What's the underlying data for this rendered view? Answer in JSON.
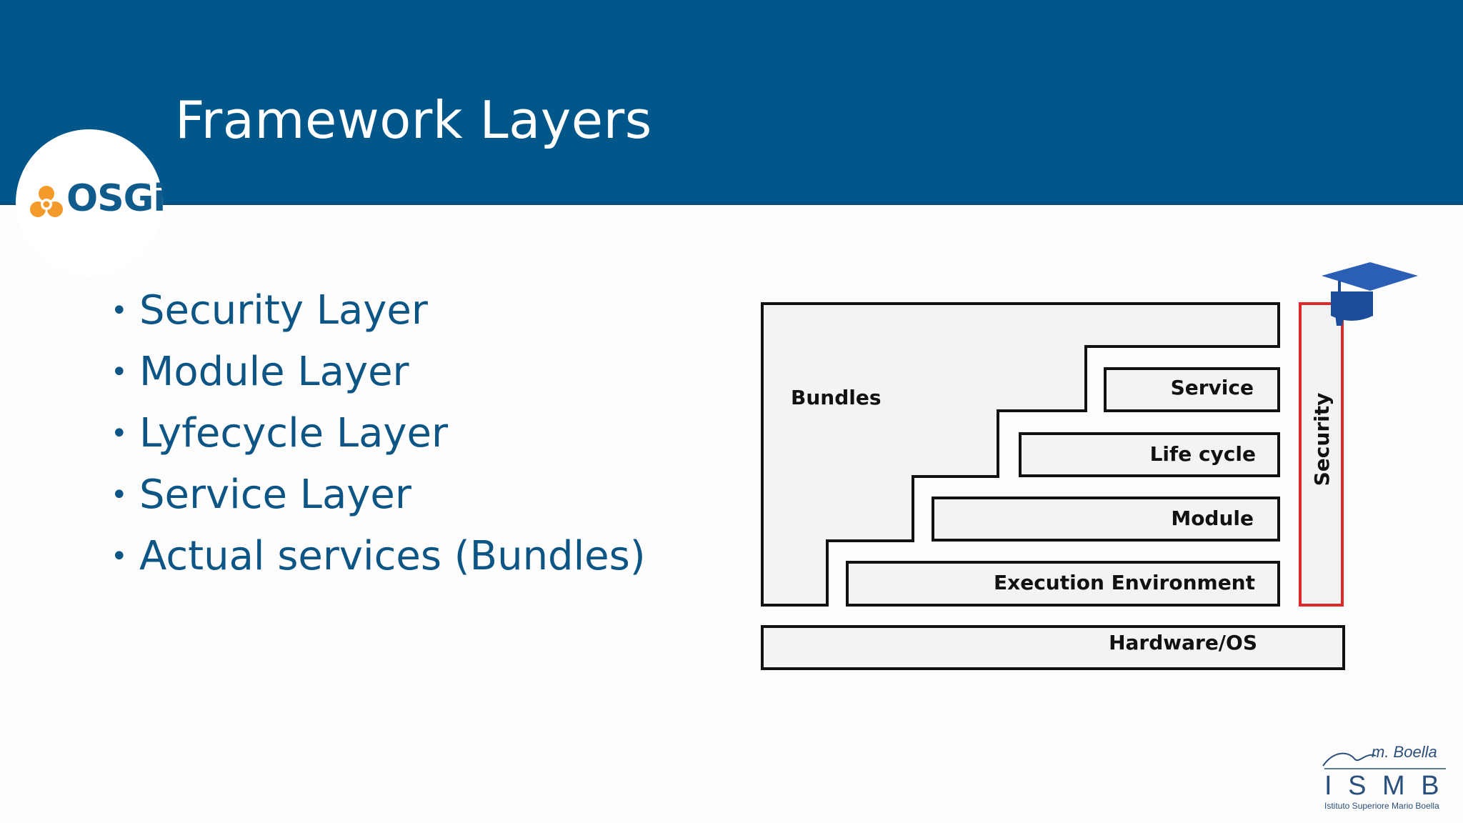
{
  "slide": {
    "title": "Framework Layers",
    "bullets": [
      "Security Layer",
      "Module Layer",
      "Lyfecycle Layer",
      "Service Layer",
      "Actual services (Bundles)"
    ]
  },
  "logo": {
    "text": "OSGi",
    "tm": "™"
  },
  "diagram": {
    "bundles": "Bundles",
    "service": "Service",
    "lifecycle": "Life cycle",
    "module": "Module",
    "execution": "Execution Environment",
    "hardware": "Hardware/OS",
    "security": "Security"
  },
  "footer_logo": {
    "signature": "m. Boella",
    "letters": "I S M B",
    "caption": "Istituto Superiore Mario Boella"
  },
  "colors": {
    "header": "#01578a",
    "text_blue": "#0d5585",
    "logo_orange": "#f39a2b",
    "security_red": "#e0282b",
    "cap_blue": "#1c4d9c"
  },
  "icons": {
    "graduation_cap": "graduation-cap-icon",
    "osgi_mark": "osgi-logo-icon"
  }
}
